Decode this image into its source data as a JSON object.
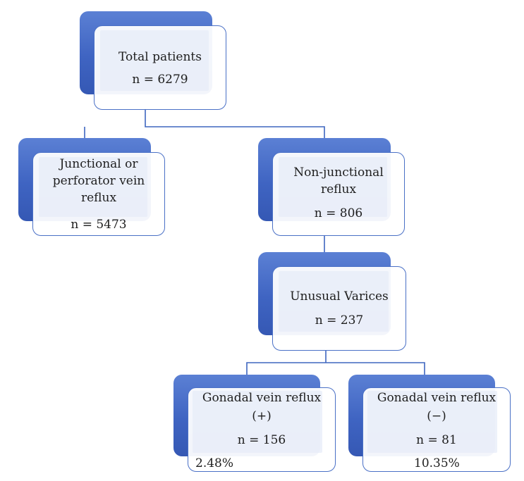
{
  "diagram": {
    "node_total": {
      "title": "Total patients",
      "count": "n = 6279"
    },
    "node_junctional": {
      "title_line1": "Junctional or",
      "title_line2": "perforator vein",
      "title_line3": "reflux",
      "count": "n = 5473"
    },
    "node_nonjunctional": {
      "title_line1": "Non-junctional",
      "title_line2": "reflux",
      "count": "n = 806"
    },
    "node_unusual": {
      "title": "Unusual Varices",
      "count": "n = 237"
    },
    "node_gonadal_pos": {
      "title_line1": "Gonadal vein reflux",
      "title_line2": "(+)",
      "count": "n = 156",
      "percent": "2.48%"
    },
    "node_gonadal_neg": {
      "title_line1": "Gonadal vein reflux",
      "title_line2": "(−)",
      "count": "n = 81",
      "percent": "10.35%"
    }
  },
  "colors": {
    "box_fill": "#4368c4",
    "box_border": "#4a70c6",
    "inner_tint": "#e6ebf8",
    "connector": "#3e66bf"
  }
}
